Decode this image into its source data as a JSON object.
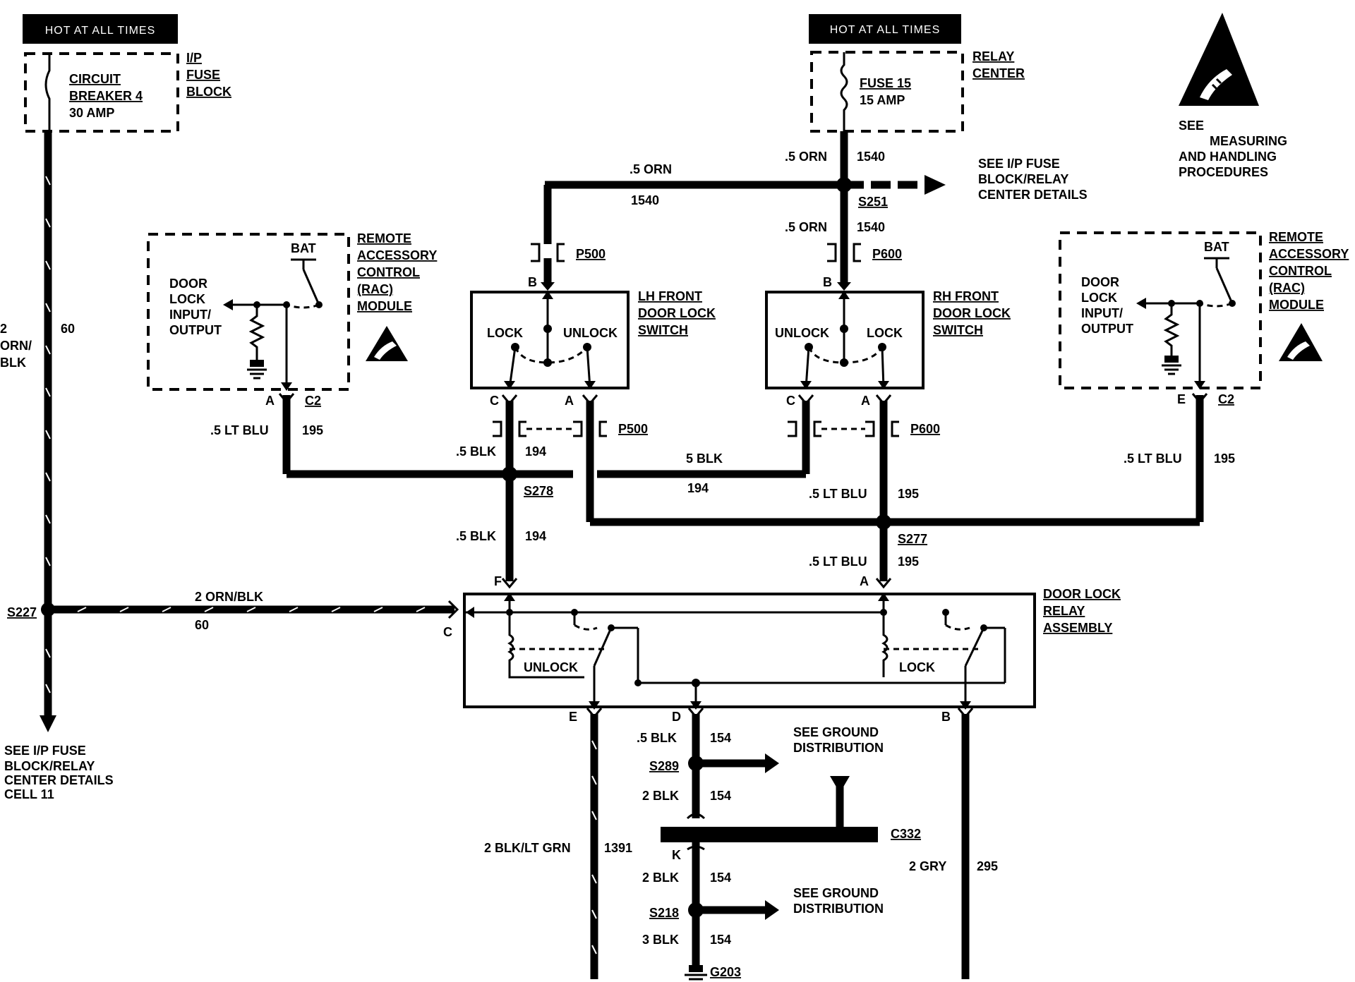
{
  "header_left": "HOT AT ALL TIMES",
  "header_right": "HOT AT ALL TIMES",
  "circuit_breaker": {
    "name": "CIRCUIT",
    "name2": "BREAKER 4",
    "rating": "30 AMP"
  },
  "ip_fuse_block": [
    "I/P",
    "FUSE",
    "BLOCK"
  ],
  "fuse15": {
    "name": "FUSE 15",
    "rating": "15 AMP"
  },
  "relay_center": [
    "RELAY",
    "CENTER"
  ],
  "esd_note": [
    "SEE",
    "MEASURING",
    "AND HANDLING",
    "PROCEDURES"
  ],
  "see_ip_fuse_top": [
    "SEE I/P FUSE",
    "BLOCK/RELAY",
    "CENTER DETAILS"
  ],
  "see_ip_fuse_bottom": [
    "SEE I/P FUSE",
    "BLOCK/RELAY",
    "CENTER DETAILS",
    "CELL 11"
  ],
  "rac_module_label": [
    "REMOTE",
    "ACCESSORY",
    "CONTROL",
    "(RAC)",
    "MODULE"
  ],
  "rac_inner": {
    "bat": "BAT",
    "line1": "DOOR",
    "line2": "LOCK",
    "line3": "INPUT/",
    "line4": "OUTPUT"
  },
  "lh_switch": {
    "label": [
      "LH FRONT",
      "DOOR LOCK",
      "SWITCH"
    ],
    "lock": "LOCK",
    "unlock": "UNLOCK"
  },
  "rh_switch": {
    "label": [
      "RH FRONT",
      "DOOR LOCK",
      "SWITCH"
    ],
    "lock": "LOCK",
    "unlock": "UNLOCK"
  },
  "relay_assembly": {
    "label": [
      "DOOR LOCK",
      "RELAY",
      "ASSEMBLY"
    ],
    "unlock": "UNLOCK",
    "lock": "LOCK"
  },
  "see_ground_1": [
    "SEE GROUND",
    "DISTRIBUTION"
  ],
  "see_ground_2": [
    "SEE GROUND",
    "DISTRIBUTION"
  ],
  "connectors": {
    "p500": "P500",
    "p600": "P600",
    "c2": "C2",
    "c332": "C332",
    "pin_a": "A",
    "pin_b": "B",
    "pin_c": "C",
    "pin_d": "D",
    "pin_e": "E",
    "pin_f": "F",
    "pin_k": "K"
  },
  "splices": {
    "s251": "S251",
    "s278": "S278",
    "s277": "S277",
    "s227": "S227",
    "s289": "S289",
    "s218": "S218",
    "g203": "G203"
  },
  "wires": {
    "orn_5": ".5 ORN",
    "n1540": "1540",
    "ltblu_5": ".5 LT BLU",
    "n195": "195",
    "blk_5": ".5 BLK",
    "blk_5b": "5 BLK",
    "n194": "194",
    "orn_blk_2": "2 ORN/BLK",
    "n60": "60",
    "orn_blk_v1": "2",
    "orn_blk_v2": "ORN/",
    "orn_blk_v3": "BLK",
    "blk_2": "2 BLK",
    "blk_3": "3 BLK",
    "n154": "154",
    "blkltgrn_2": "2 BLK/LT GRN",
    "n1391": "1391",
    "gry_2": "2 GRY",
    "n295": "295"
  }
}
